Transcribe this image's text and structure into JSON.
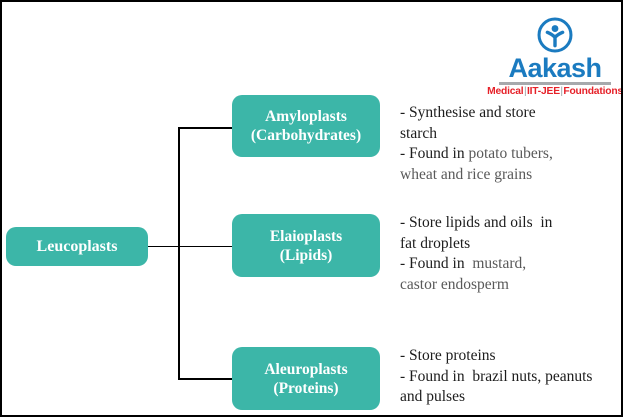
{
  "logo": {
    "brand": "Aakash",
    "tagline_segments": [
      "Medical",
      "IIT-JEE",
      "Foundations"
    ],
    "colors": {
      "blue": "#1b7bc0",
      "red": "#e62129",
      "rule_gray": "#a7a9ac",
      "pipe_gray": "#9aa0a4"
    }
  },
  "colors": {
    "node_fill": "#3cb6a8",
    "node_text": "#ffffff",
    "connector": "#000000",
    "text_dark": "#1c1c1c",
    "text_gray": "#595959"
  },
  "root_node": {
    "label": "Leucoplasts"
  },
  "branches": [
    {
      "label_line1": "Amyloplasts",
      "label_line2": "(Carbohydrates)",
      "desc": [
        [
          {
            "text": "- Synthesise and store",
            "tone": "dark"
          }
        ],
        [
          {
            "text": "starch",
            "tone": "dark"
          }
        ],
        [
          {
            "text": "- Found in ",
            "tone": "dark"
          },
          {
            "text": "potato tubers,",
            "tone": "gray"
          }
        ],
        [
          {
            "text": "wheat and rice grains",
            "tone": "gray"
          }
        ]
      ]
    },
    {
      "label_line1": "Elaioplasts",
      "label_line2": "(Lipids)",
      "desc": [
        [
          {
            "text": "- Store lipids and oils  in",
            "tone": "dark"
          }
        ],
        [
          {
            "text": "fat droplets",
            "tone": "dark"
          }
        ],
        [
          {
            "text": "- Found in ",
            "tone": "dark"
          },
          {
            "text": " mustard,",
            "tone": "gray"
          }
        ],
        [
          {
            "text": "castor endosperm",
            "tone": "gray"
          }
        ]
      ]
    },
    {
      "label_line1": "Aleuroplasts",
      "label_line2": "(Proteins)",
      "desc": [
        [
          {
            "text": "- Store proteins",
            "tone": "dark"
          }
        ],
        [
          {
            "text": "- Found in  brazil nuts, peanuts",
            "tone": "dark"
          }
        ],
        [
          {
            "text": "and pulses",
            "tone": "dark"
          }
        ]
      ]
    }
  ]
}
